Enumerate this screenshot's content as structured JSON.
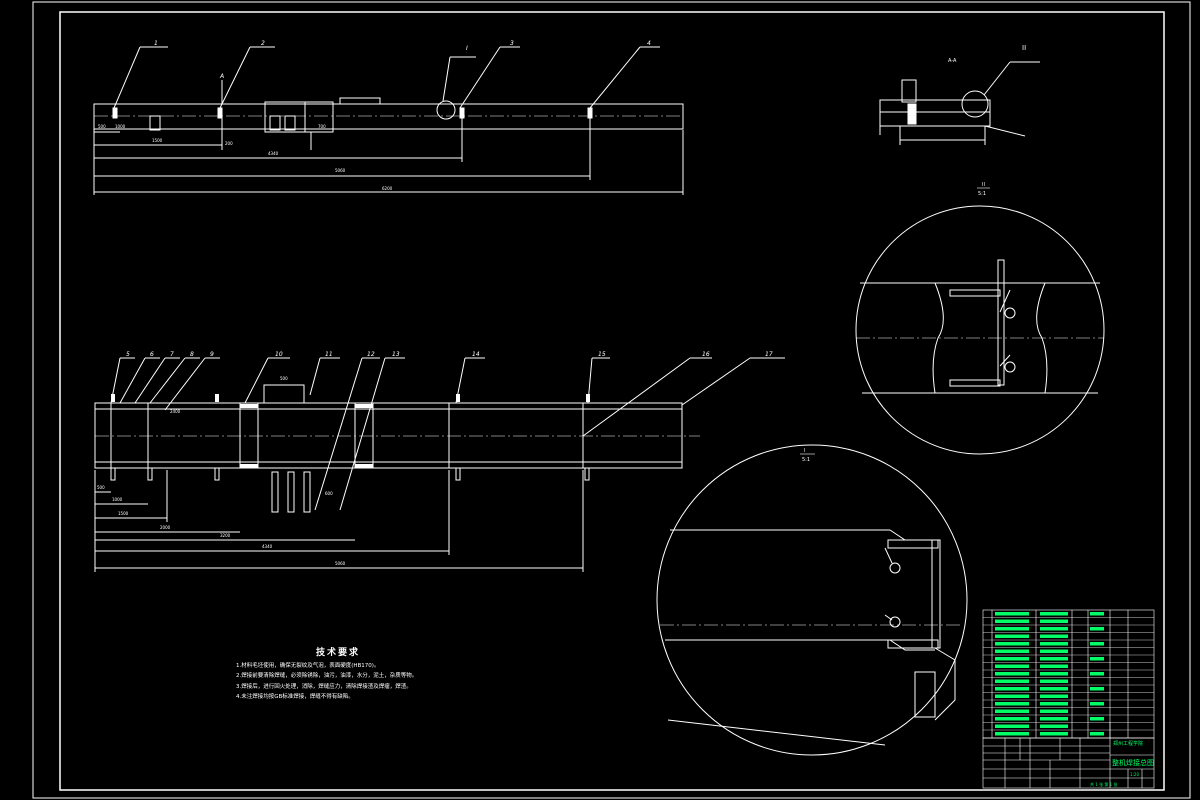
{
  "drawing": {
    "colors": {
      "background": "#000000",
      "linework": "#ffffff",
      "title_block_lines": "#00ff00",
      "title_block_text": "#00ff66"
    },
    "section_label": "A-A",
    "section_marker": "A",
    "detail_I_label": "I",
    "detail_II_label": "II",
    "detail_I_title": "I",
    "detail_I_scale": "5:1",
    "detail_II_title": "II",
    "detail_II_scale": "5:1",
    "callouts_top": [
      "1",
      "2",
      "3",
      "4"
    ],
    "callouts_bottom": [
      "5",
      "6",
      "7",
      "8",
      "9",
      "10",
      "11",
      "12",
      "13",
      "14",
      "15",
      "16",
      "17"
    ]
  },
  "notes": {
    "title": "技术要求",
    "items": [
      "1.材料毛坯使用，确保无裂纹及气泡，表面硬度(HB170)。",
      "2.焊接前要清除焊缝，必须除锈除，油污，油漆，水分，泥土，杂质等物。",
      "3.焊接后，进行回火处理，消除，焊缝应力，清除焊接渣及焊瘤，焊渣。",
      "4.未注焊接均按GB标准焊接，焊缝不得有缺陷。"
    ]
  },
  "title_block": {
    "company": "郑州工程学院",
    "drawing_name": "整机焊接总图",
    "footer": "共 1 张  第 1 张",
    "scale": "1:20"
  }
}
